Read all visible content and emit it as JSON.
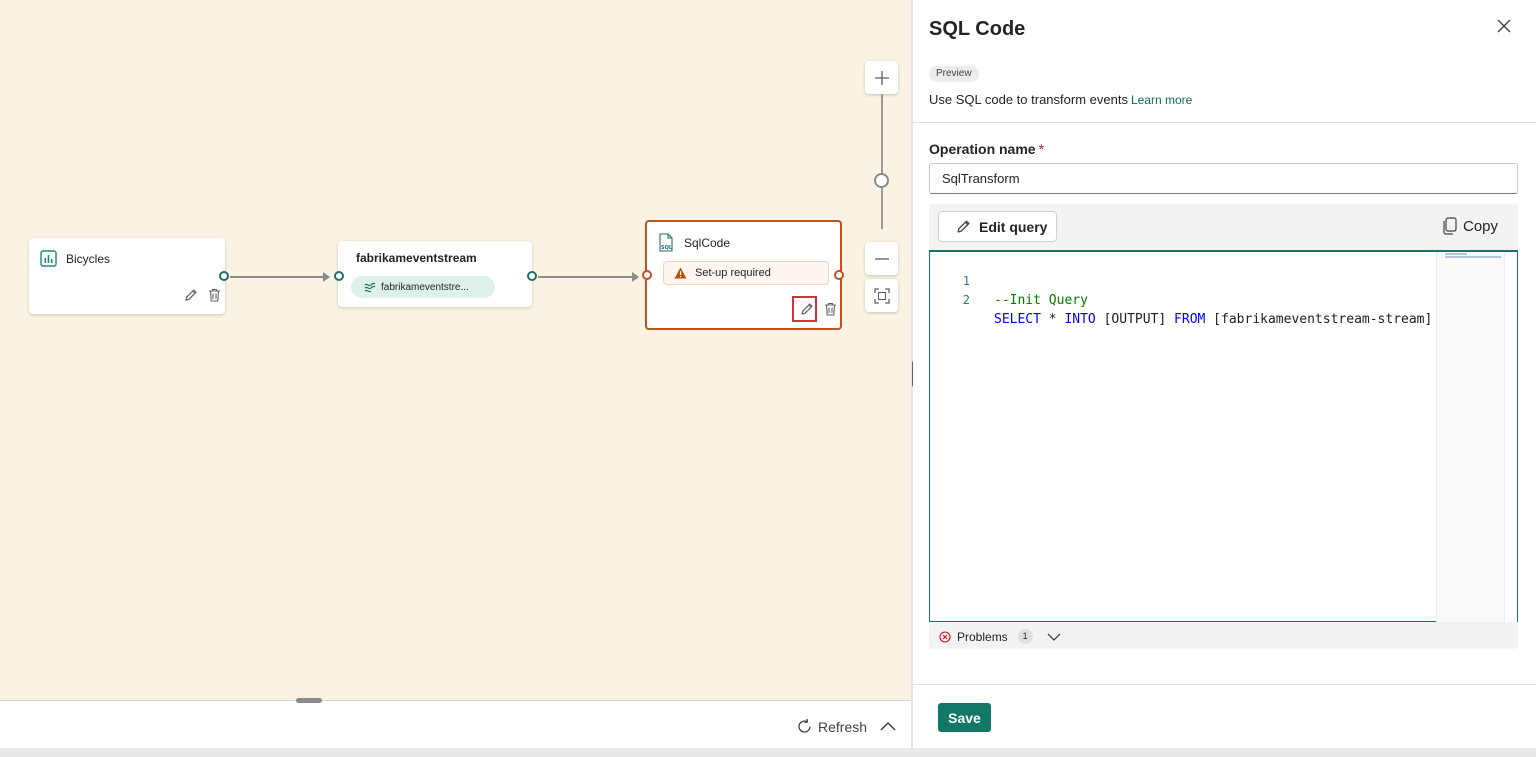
{
  "canvas": {
    "nodes": {
      "bicycles": {
        "title": "Bicycles"
      },
      "eventstream": {
        "title": "fabrikameventstream",
        "pill": "fabrikameventstre..."
      },
      "sqlcode": {
        "title": "SqlCode",
        "status": "Set-up required"
      }
    },
    "bottom_bar": {
      "refresh_label": "Refresh"
    }
  },
  "panel": {
    "title": "SQL Code",
    "badge": "Preview",
    "description": "Use SQL code to transform events",
    "learn_more": "Learn more",
    "operation_name_label": "Operation name",
    "required_marker": "*",
    "operation_name_value": "SqlTransform",
    "edit_query_label": "Edit query",
    "copy_label": "Copy",
    "code_lines": [
      {
        "number": "1",
        "comment": "--Init Query"
      },
      {
        "number": "2",
        "kw1": "SELECT",
        "t1": " * ",
        "kw2": "INTO",
        "t2": " [OUTPUT] ",
        "kw3": "FROM",
        "t3": " [fabrikameventstream-stream]"
      }
    ],
    "problems_label": "Problems",
    "problems_count": "1",
    "save_label": "Save"
  },
  "colors": {
    "accent": "#117865",
    "canvas_bg": "#faf3e3",
    "warning": "#c4501b",
    "highlight": "#d13438"
  }
}
